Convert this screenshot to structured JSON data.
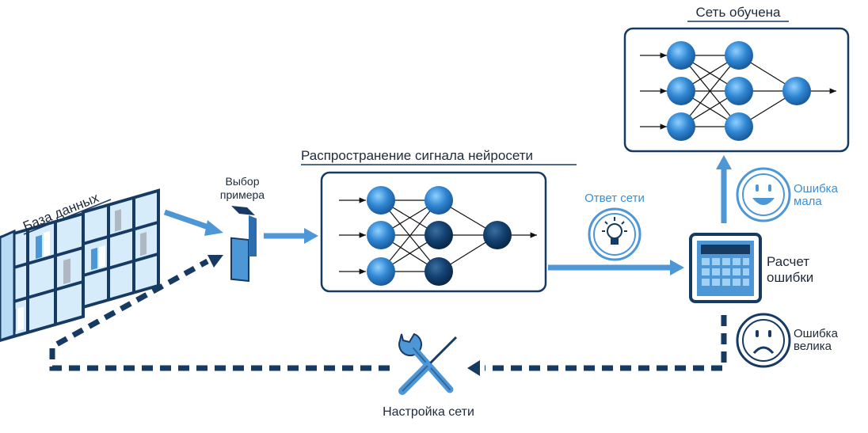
{
  "labels": {
    "database": "База данных",
    "select_example": [
      "Выбор",
      "примера"
    ],
    "propagation": "Распространение сигнала нейросети",
    "network_answer": "Ответ сети",
    "trained": "Сеть обучена",
    "error_small": [
      "Ошибка",
      "мала"
    ],
    "error_calc": [
      "Расчет",
      "ошибки"
    ],
    "error_large": [
      "Ошибка",
      "велика"
    ],
    "tuning": "Настройка сети"
  },
  "colors": {
    "blue": "#4d97d6",
    "dark_navy": "#173a63",
    "light_blue_node": "#5aa9e6",
    "dark_node": "#0f3560",
    "text": "#1d2a3a",
    "text_light": "#3d8fd1"
  }
}
